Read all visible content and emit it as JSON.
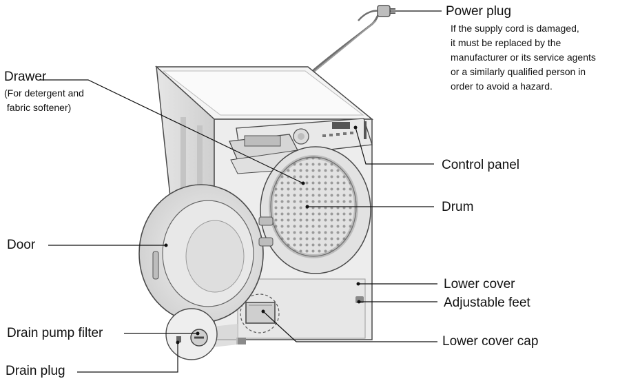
{
  "labels": {
    "power_plug": "Power plug",
    "power_plug_note": [
      "If the supply cord is damaged,",
      "it must be replaced by the",
      "manufacturer or its service agents",
      "or a similarly qualified person in",
      "order to avoid a hazard."
    ],
    "drawer": "Drawer",
    "drawer_note": [
      "(For detergent and",
      " fabric softener)"
    ],
    "control_panel": "Control panel",
    "drum": "Drum",
    "door": "Door",
    "lower_cover": "Lower cover",
    "adjustable_feet": "Adjustable feet",
    "drain_pump_filter": "Drain pump filter",
    "lower_cover_cap": "Lower cover cap",
    "drain_plug": "Drain plug"
  },
  "colors": {
    "outline": "#4a4a4a",
    "body_light": "#f2f2f2",
    "body_shade": "#d9d9d9",
    "leader": "#111111"
  }
}
